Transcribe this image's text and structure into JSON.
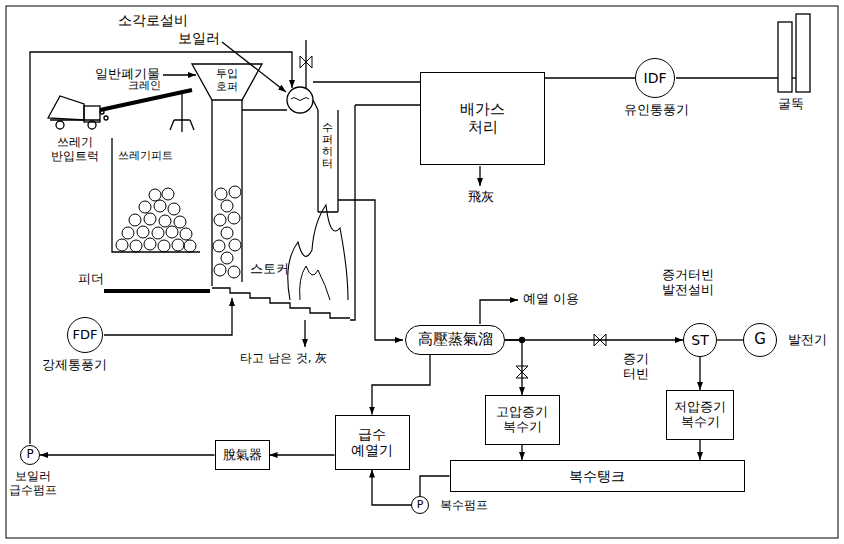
{
  "diagram": {
    "nodes": [
      {
        "text": [
          "배가스 처리"
        ]
      },
      {
        "text": [
          "IDF",
          "유인통풍기"
        ]
      },
      {
        "text": [
          "FDF",
          "강제통풍기"
        ]
      },
      {
        "text": [
          "高壓蒸氣溜"
        ]
      },
      {
        "text": [
          "ST",
          "증기 터빈"
        ]
      },
      {
        "text": [
          "G",
          "발전기"
        ]
      },
      {
        "text": [
          "고압증기 복수기"
        ]
      },
      {
        "text": [
          "저압증기 복수기"
        ]
      },
      {
        "text": [
          "복수탱크"
        ]
      },
      {
        "text": [
          "급수 예열기"
        ]
      },
      {
        "text": [
          "脫氣器"
        ]
      },
      {
        "text": [
          "P",
          "보일러 급수펌프"
        ]
      },
      {
        "text": [
          "P",
          "복수펌프"
        ]
      }
    ],
    "edges": [
      {
        "from": 0,
        "to": 1,
        "arrow": "none"
      },
      {
        "from": 3,
        "to": 4,
        "arrow": "to"
      },
      {
        "from": 3,
        "to": 6,
        "arrow": "to"
      },
      {
        "from": 4,
        "to": 5,
        "arrow": "none"
      },
      {
        "from": 4,
        "to": 7,
        "arrow": "to"
      },
      {
        "from": 6,
        "to": 8,
        "arrow": "to"
      },
      {
        "from": 7,
        "to": 8,
        "arrow": "to"
      },
      {
        "from": 8,
        "to": 12,
        "arrow": "none"
      },
      {
        "from": 12,
        "to": 9,
        "arrow": "to"
      },
      {
        "from": 3,
        "to": 9,
        "arrow": "to"
      },
      {
        "from": 9,
        "to": 10,
        "arrow": "to"
      },
      {
        "from": 10,
        "to": 11,
        "arrow": "to"
      }
    ],
    "labels": [
      "소각로설비",
      "보일러",
      "일반폐기물",
      "크레인",
      "투입 호퍼",
      "쓰레기 반입트럭",
      "쓰레기피트",
      "수퍼히터",
      "피더",
      "스토커",
      "타고 남은 것, 灰",
      "飛灰",
      "굴뚝",
      "예열 이용",
      "증거터빈 발전설비"
    ]
  }
}
